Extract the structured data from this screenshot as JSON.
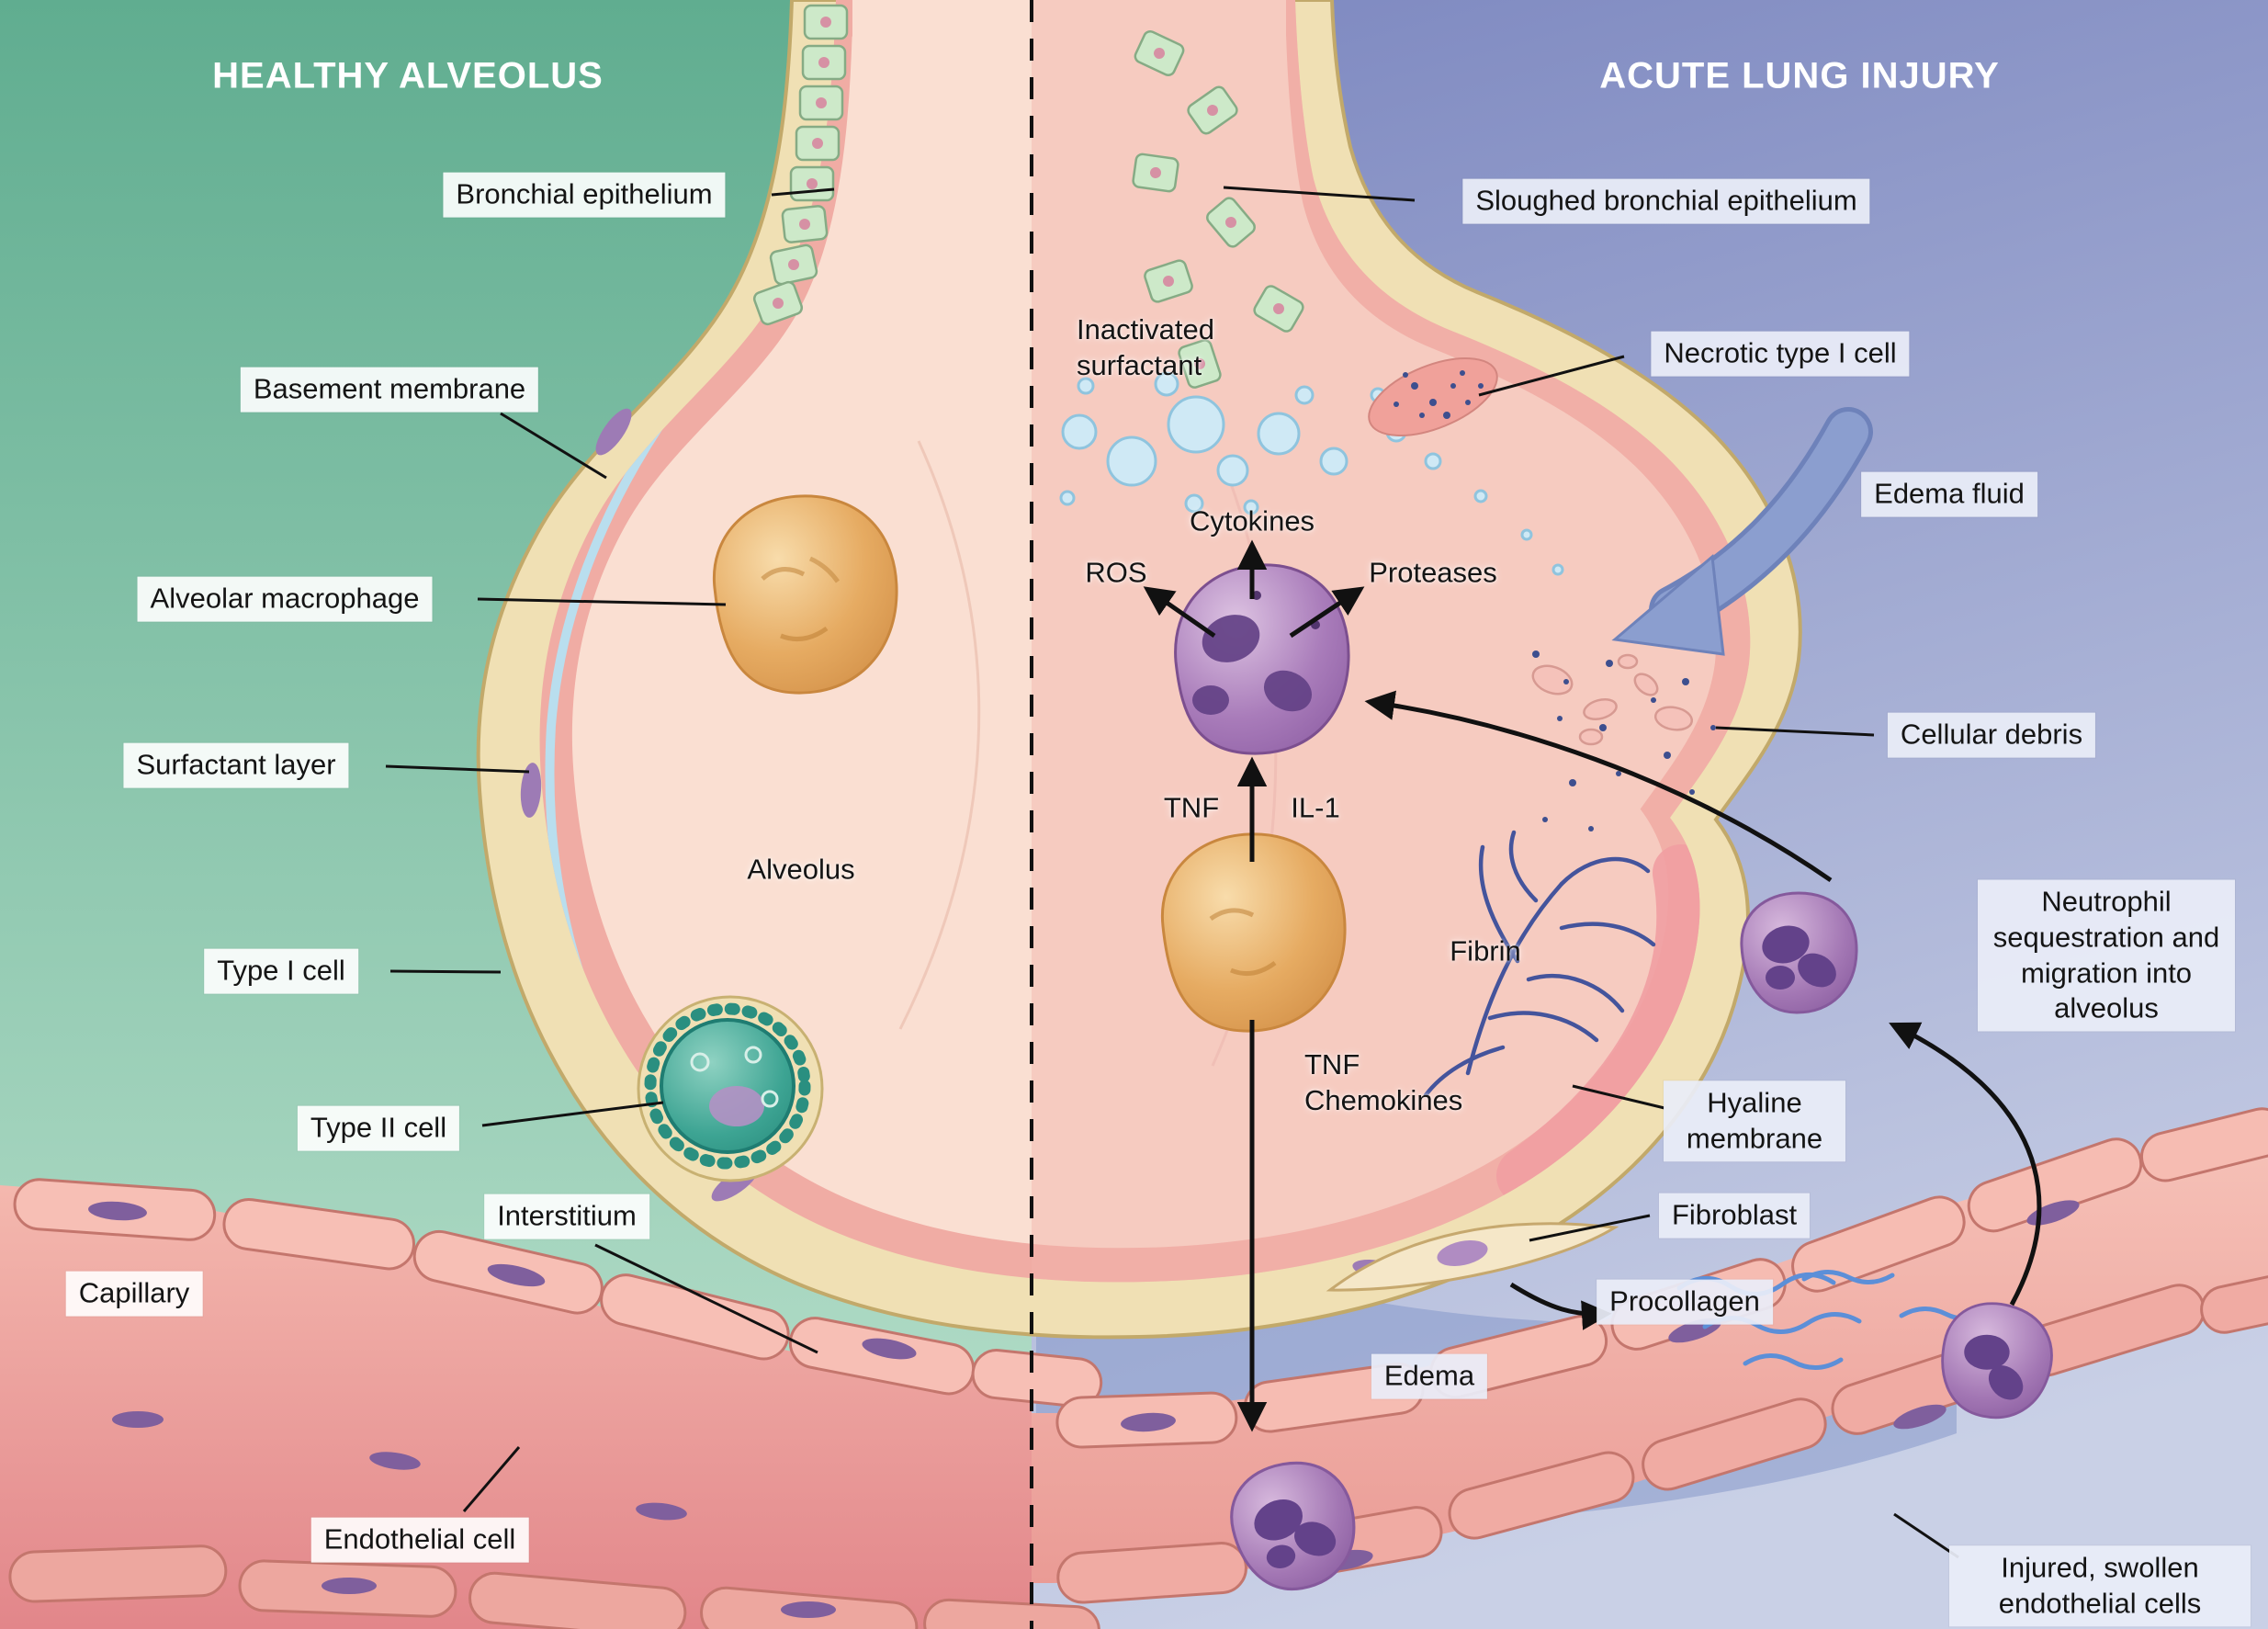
{
  "title_left": "HEALTHY ALVEOLUS",
  "title_right": "ACUTE LUNG INJURY",
  "labels": {
    "bronchial_epithelium": "Bronchial epithelium",
    "sloughed_bronchial_epithelium": "Sloughed bronchial epithelium",
    "basement_membrane": "Basement membrane",
    "inactivated_surfactant": "Inactivated surfactant",
    "necrotic_type_i_cell": "Necrotic type I cell",
    "edema_fluid": "Edema fluid",
    "alveolar_macrophage": "Alveolar macrophage",
    "cytokines": "Cytokines",
    "ros": "ROS",
    "proteases": "Proteases",
    "surfactant_layer": "Surfactant layer",
    "cellular_debris": "Cellular debris",
    "alveolus": "Alveolus",
    "tnf": "TNF",
    "il_1": "IL-1",
    "fibrin": "Fibrin",
    "neutrophil_sequestration": "Neutrophil sequestration and migration into alveolus",
    "type_i_cell": "Type I cell",
    "type_ii_cell": "Type II cell",
    "tnf_chemokines": "TNF Chemokines",
    "hyaline_membrane": "Hyaline membrane",
    "interstitium": "Interstitium",
    "fibroblast": "Fibroblast",
    "capillary": "Capillary",
    "procollagen": "Procollagen",
    "edema": "Edema",
    "endothelial_cell": "Endothelial cell",
    "injured_endothelial_cells": "Injured, swollen endothelial cells"
  },
  "colors": {
    "healthy_bg_top": "#63af93",
    "healthy_bg_bottom": "#b9e0cc",
    "injury_bg_top": "#7f8ac1",
    "injury_bg_bottom": "#c7cfe6",
    "alveolus_wall": "#f0e0b4",
    "alveolus_interior": "#fadfd2",
    "capillary_pink": "#f3b3aa",
    "macrophage_orange": "#dfa258",
    "neutrophil_purple": "#9a6cae",
    "type2_cell_teal": "#2f998a",
    "fibrin_blue": "#44549c",
    "label_bg_left": "#ffffff",
    "label_bg_right": "#e9edf8"
  }
}
